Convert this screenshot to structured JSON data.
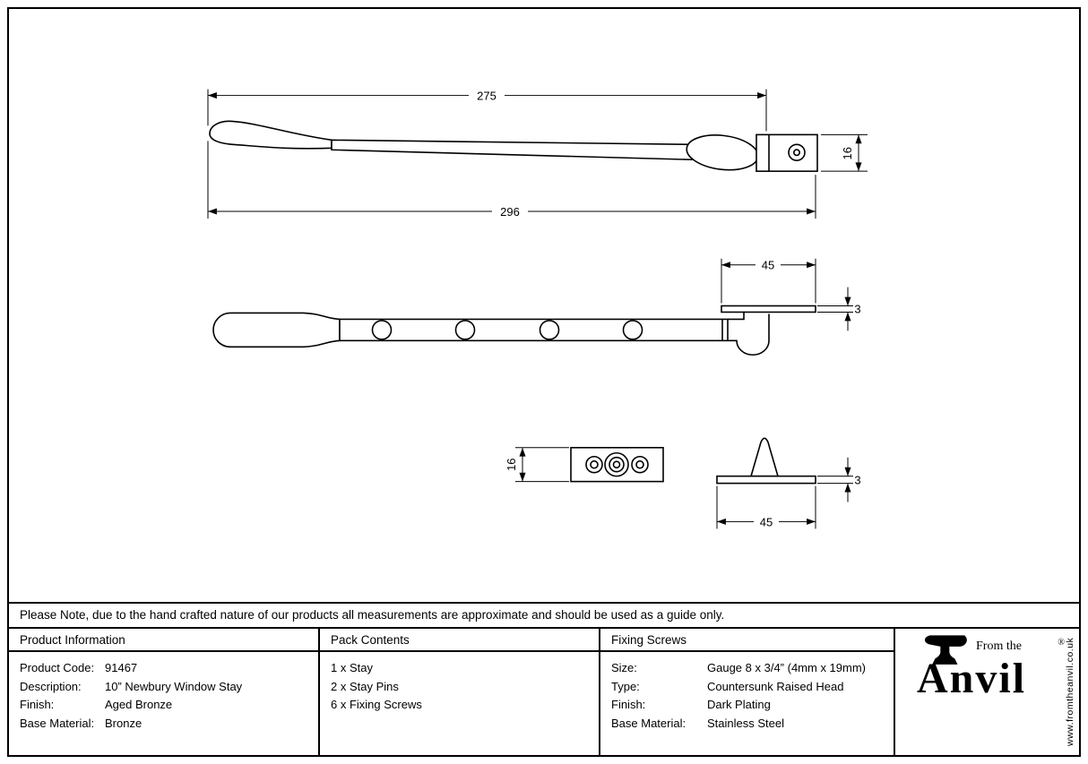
{
  "note": "Please Note, due to the hand crafted nature of our products all measurements are approximate and should be used as a guide only.",
  "drawings": {
    "side_view": {
      "len_to_pin": "275",
      "len_overall": "296",
      "height": "16"
    },
    "plan_view": {
      "plate_len": "45",
      "plate_thickness": "3"
    },
    "plate_face": {
      "height": "16"
    },
    "pin_side": {
      "thickness": "3",
      "length": "45"
    }
  },
  "table": {
    "product_information": {
      "header": "Product Information",
      "rows": [
        {
          "label": "Product Code:",
          "value": "91467"
        },
        {
          "label": "Description:",
          "value": "10” Newbury Window Stay"
        },
        {
          "label": "Finish:",
          "value": "Aged Bronze"
        },
        {
          "label": "Base Material:",
          "value": "Bronze"
        }
      ]
    },
    "pack_contents": {
      "header": "Pack Contents",
      "items": [
        "1 x Stay",
        "2 x Stay Pins",
        "6 x Fixing Screws"
      ]
    },
    "fixing_screws": {
      "header": "Fixing Screws",
      "rows": [
        {
          "label": "Size:",
          "value": "Gauge 8 x 3/4” (4mm x 19mm)"
        },
        {
          "label": "Type:",
          "value": "Countersunk Raised Head"
        },
        {
          "label": "Finish:",
          "value": "Dark Plating"
        },
        {
          "label": "Base Material:",
          "value": "Stainless Steel"
        }
      ]
    }
  },
  "brand": {
    "tagline": "From the",
    "name": "Anvil",
    "registered": "®",
    "website": "www.fromtheanvil.co.uk"
  }
}
